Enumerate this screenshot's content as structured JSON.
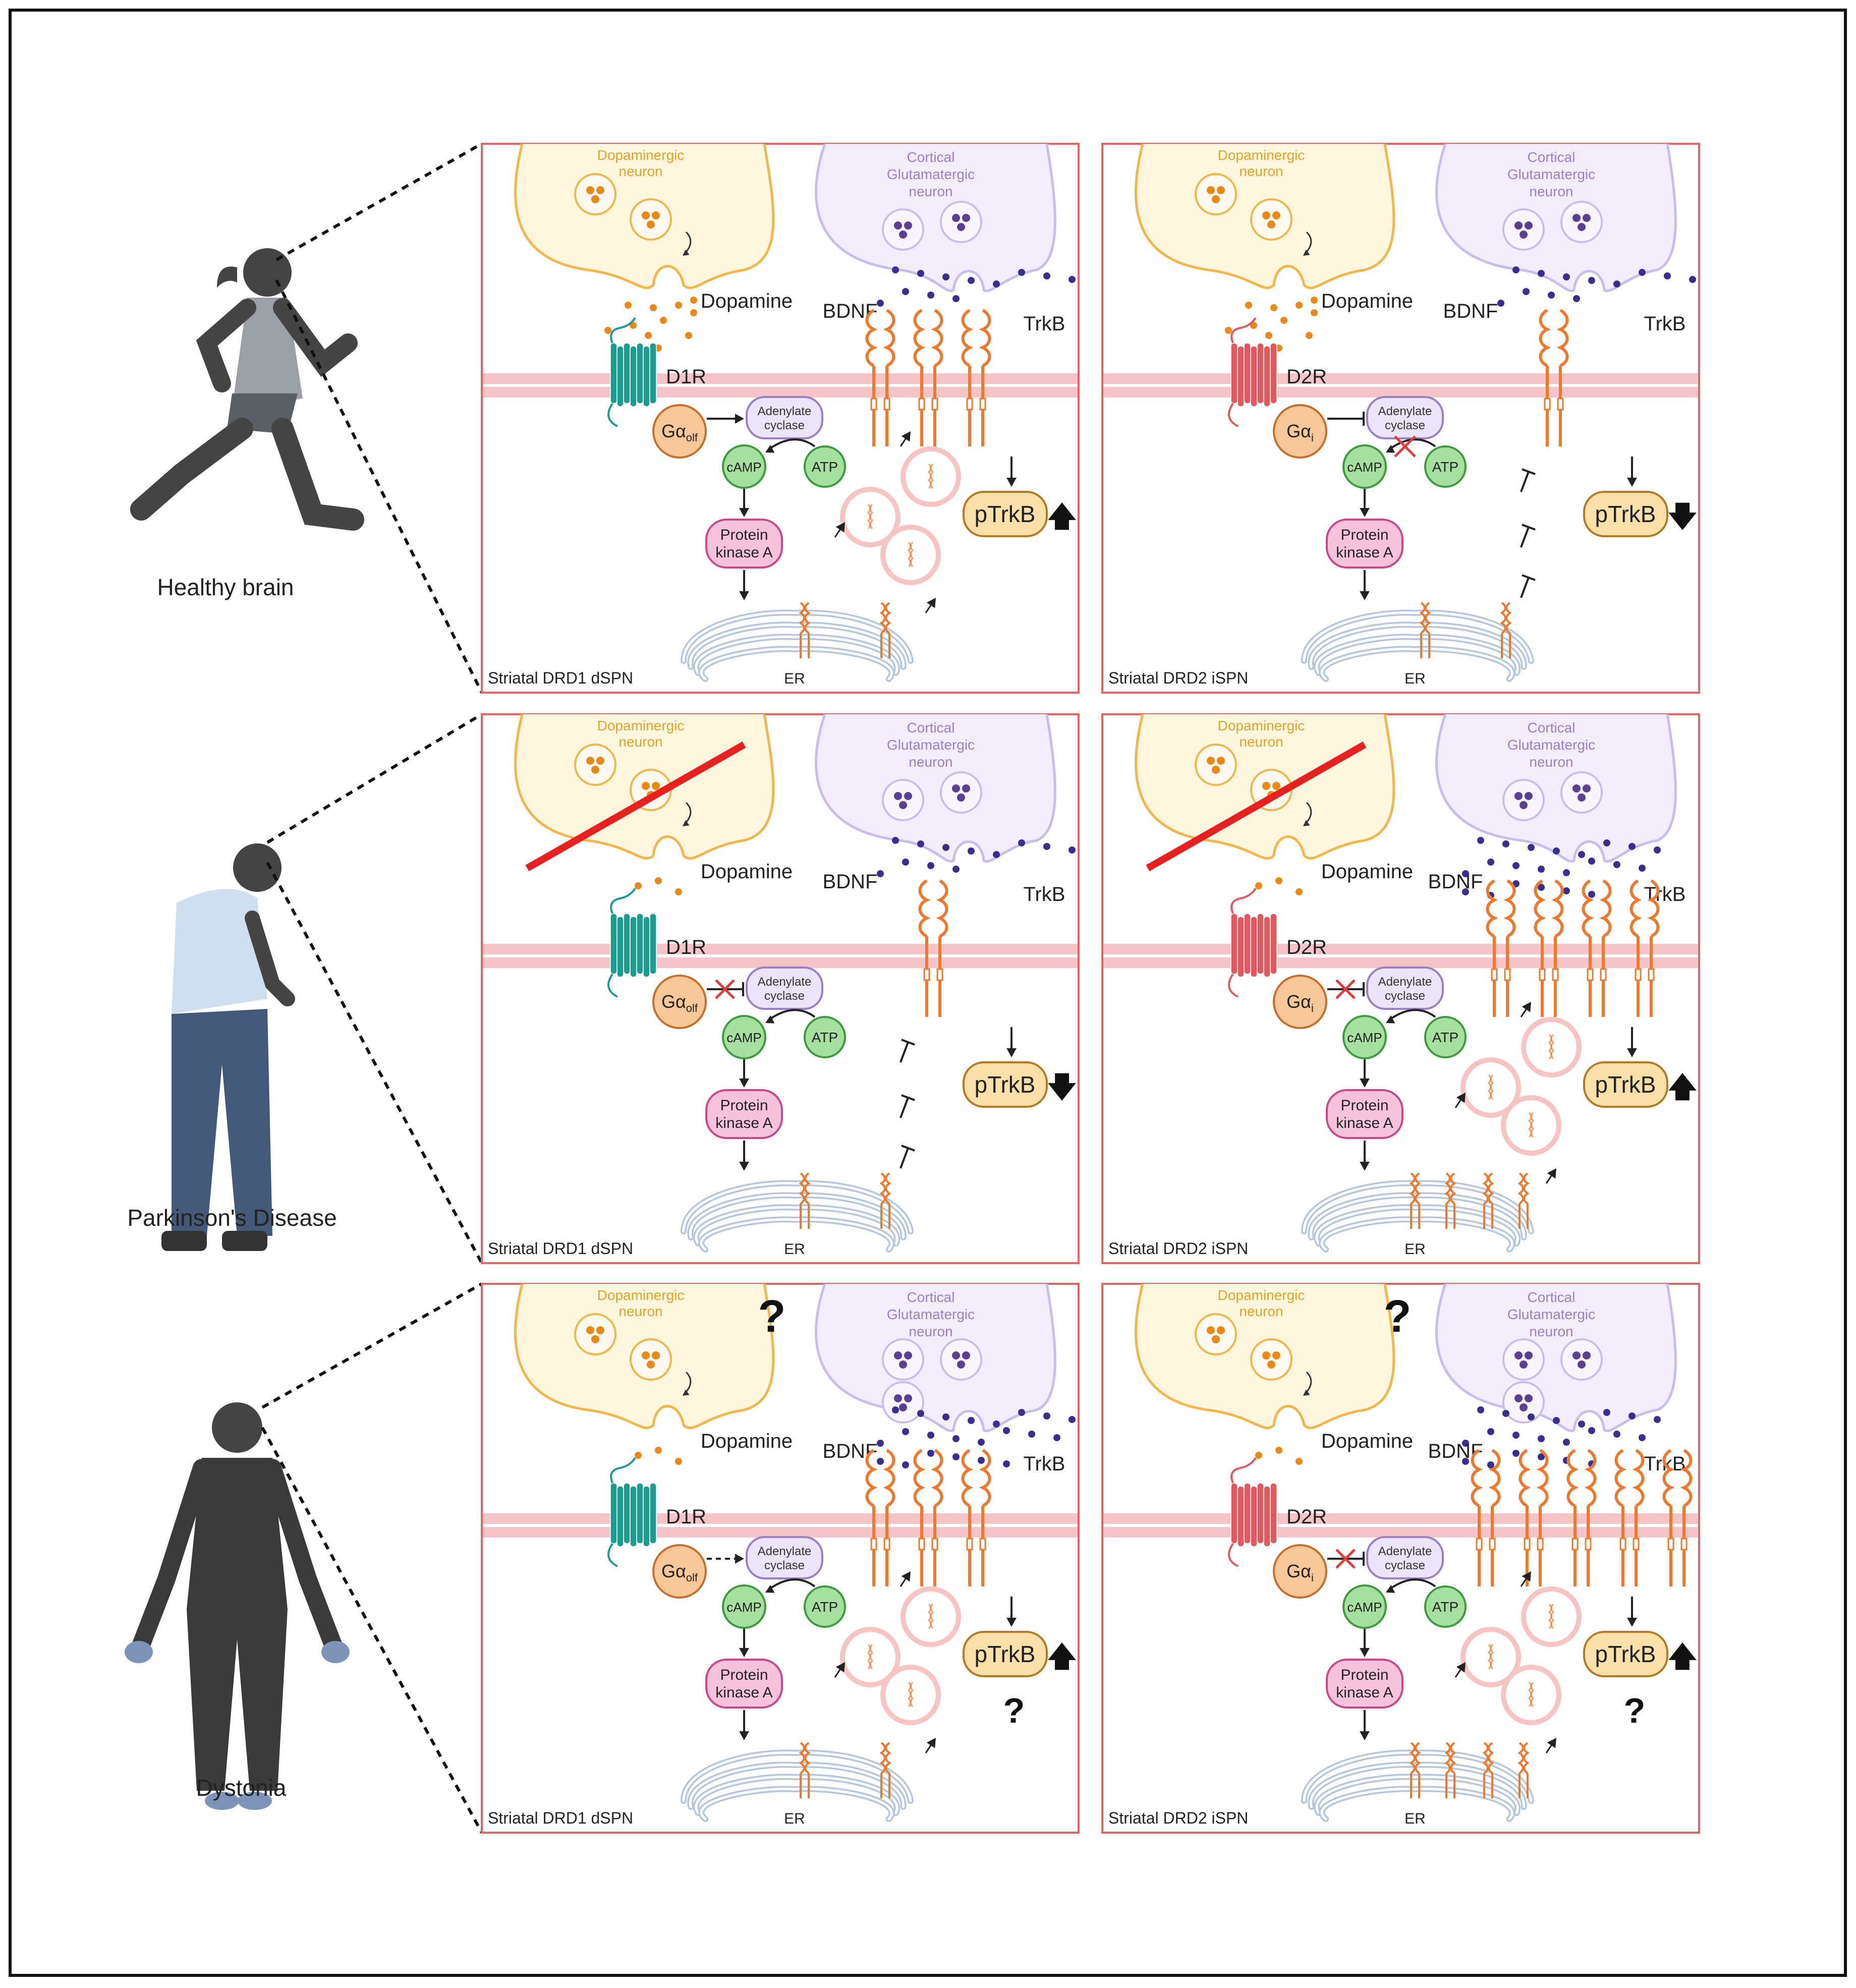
{
  "colors": {
    "frame": "#111111",
    "panel_border": "#e06666",
    "dopa_fill": "#fff6e0",
    "dopa_stroke": "#f2b64c",
    "dopa_text": "#e6a325",
    "glut_fill": "#f1edfa",
    "glut_stroke": "#c9bdea",
    "glut_text": "#9b7fc8",
    "dopamine_dot": "#e8891a",
    "bdnf_dot": "#3a2f8f",
    "membrane": "#f3c4c8",
    "d1r": "#1d9b8f",
    "d2r": "#e2585f",
    "trkb": "#f0782d",
    "galpha_fill": "#f7c79a",
    "galpha_stroke": "#c4702c",
    "adenylate_fill": "#ece4f8",
    "adenylate_stroke": "#9b80c8",
    "camp_fill": "#a6dfa0",
    "camp_stroke": "#3e9a3e",
    "pka_fill": "#f7c2dc",
    "pka_stroke": "#c8488a",
    "ptrkb_fill": "#f9dfa8",
    "ptrkb_stroke": "#b27a22",
    "er_stroke": "#b3c6dc",
    "vesicle": "#f6c4c2",
    "block_x": "#e23b3b",
    "lesion": "#e82020",
    "silhouette": "#444444"
  },
  "people": [
    {
      "label": "Healthy brain",
      "icon": "runner-icon"
    },
    {
      "label": "Parkinson's Disease",
      "icon": "stooped-elderly-person-icon"
    },
    {
      "label": "Dystonia",
      "icon": "standing-person-tremor-icon"
    }
  ],
  "text": {
    "dopaminergic_l1": "Dopaminergic",
    "dopaminergic_l2": "neuron",
    "cortical_l1": "Cortical",
    "cortical_l2": "Glutamatergic",
    "cortical_l3": "neuron",
    "dopamine": "Dopamine",
    "bdnf": "BDNF",
    "trkb": "TrkB",
    "adenylate_l1": "Adenylate",
    "adenylate_l2": "cyclase",
    "camp": "cAMP",
    "atp": "ATP",
    "pka_l1": "Protein",
    "pka_l2": "kinase A",
    "er": "ER",
    "ptrkb": "pTrkB",
    "question": "?",
    "up_arrow": "🡅",
    "down_arrow": "🡇",
    "g_prefix": "Gα",
    "olf": "olf",
    "i": "i"
  },
  "panels": [
    {
      "row": 0,
      "col": 0,
      "receptor": "D1R",
      "g_sub": "olf",
      "cell_label": "Striatal DRD1 dSPN",
      "lesion": false,
      "question": false,
      "ac_link": "solid",
      "camp_block": false,
      "trkb_count": 3,
      "trkb_direction": "up",
      "trkb_question": false,
      "transport": "active",
      "dopamine_level": "high",
      "bdnf_level": "normal"
    },
    {
      "row": 0,
      "col": 1,
      "receptor": "D2R",
      "g_sub": "i",
      "cell_label": "Striatal DRD2 iSPN",
      "lesion": false,
      "question": false,
      "ac_link": "inhibit",
      "camp_block": true,
      "trkb_count": 1,
      "trkb_direction": "down",
      "trkb_question": false,
      "transport": "inhibited",
      "dopamine_level": "high",
      "bdnf_level": "normal"
    },
    {
      "row": 1,
      "col": 0,
      "receptor": "D1R",
      "g_sub": "olf",
      "cell_label": "Striatal DRD1 dSPN",
      "lesion": true,
      "question": false,
      "ac_link": "blocked",
      "camp_block": false,
      "trkb_count": 1,
      "trkb_direction": "down",
      "trkb_question": false,
      "transport": "inhibited",
      "dopamine_level": "low",
      "bdnf_level": "normal"
    },
    {
      "row": 1,
      "col": 1,
      "receptor": "D2R",
      "g_sub": "i",
      "cell_label": "Striatal DRD2 iSPN",
      "lesion": true,
      "question": false,
      "ac_link": "blocked",
      "camp_block": false,
      "trkb_count": 4,
      "trkb_direction": "up",
      "trkb_question": false,
      "transport": "active",
      "dopamine_level": "low",
      "bdnf_level": "high"
    },
    {
      "row": 2,
      "col": 0,
      "receptor": "D1R",
      "g_sub": "olf",
      "cell_label": "Striatal DRD1 dSPN",
      "lesion": false,
      "question": true,
      "ac_link": "dashed",
      "camp_block": false,
      "trkb_count": 3,
      "trkb_direction": "up",
      "trkb_question": true,
      "transport": "active",
      "dopamine_level": "low",
      "bdnf_level": "high"
    },
    {
      "row": 2,
      "col": 1,
      "receptor": "D2R",
      "g_sub": "i",
      "cell_label": "Striatal DRD2 iSPN",
      "lesion": false,
      "question": true,
      "ac_link": "blocked",
      "camp_block": false,
      "trkb_count": 5,
      "trkb_direction": "up",
      "trkb_question": true,
      "transport": "active",
      "dopamine_level": "low",
      "bdnf_level": "high"
    }
  ]
}
